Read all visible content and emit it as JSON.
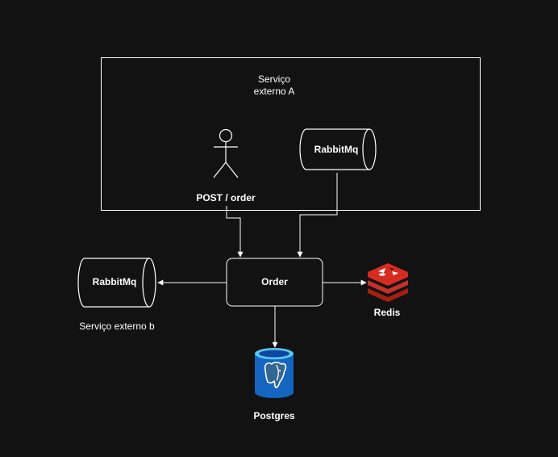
{
  "diagram": {
    "external_service_a": {
      "title_line1": "Serviço",
      "title_line2": "externo A"
    },
    "actor": {
      "label": "POST / order",
      "icon": "stick-figure-icon"
    },
    "queue_a": {
      "label": "RabbitMq"
    },
    "order": {
      "label": "Order"
    },
    "queue_b": {
      "label": "RabbitMq",
      "caption": "Serviço externo b"
    },
    "redis": {
      "label": "Redis",
      "icon": "redis-logo-icon",
      "color": "#c6302b"
    },
    "postgres": {
      "label": "Postgres",
      "icon": "postgres-logo-icon",
      "color": "#1565c0"
    },
    "colors": {
      "background": "#121212",
      "stroke": "#ffffff"
    }
  }
}
